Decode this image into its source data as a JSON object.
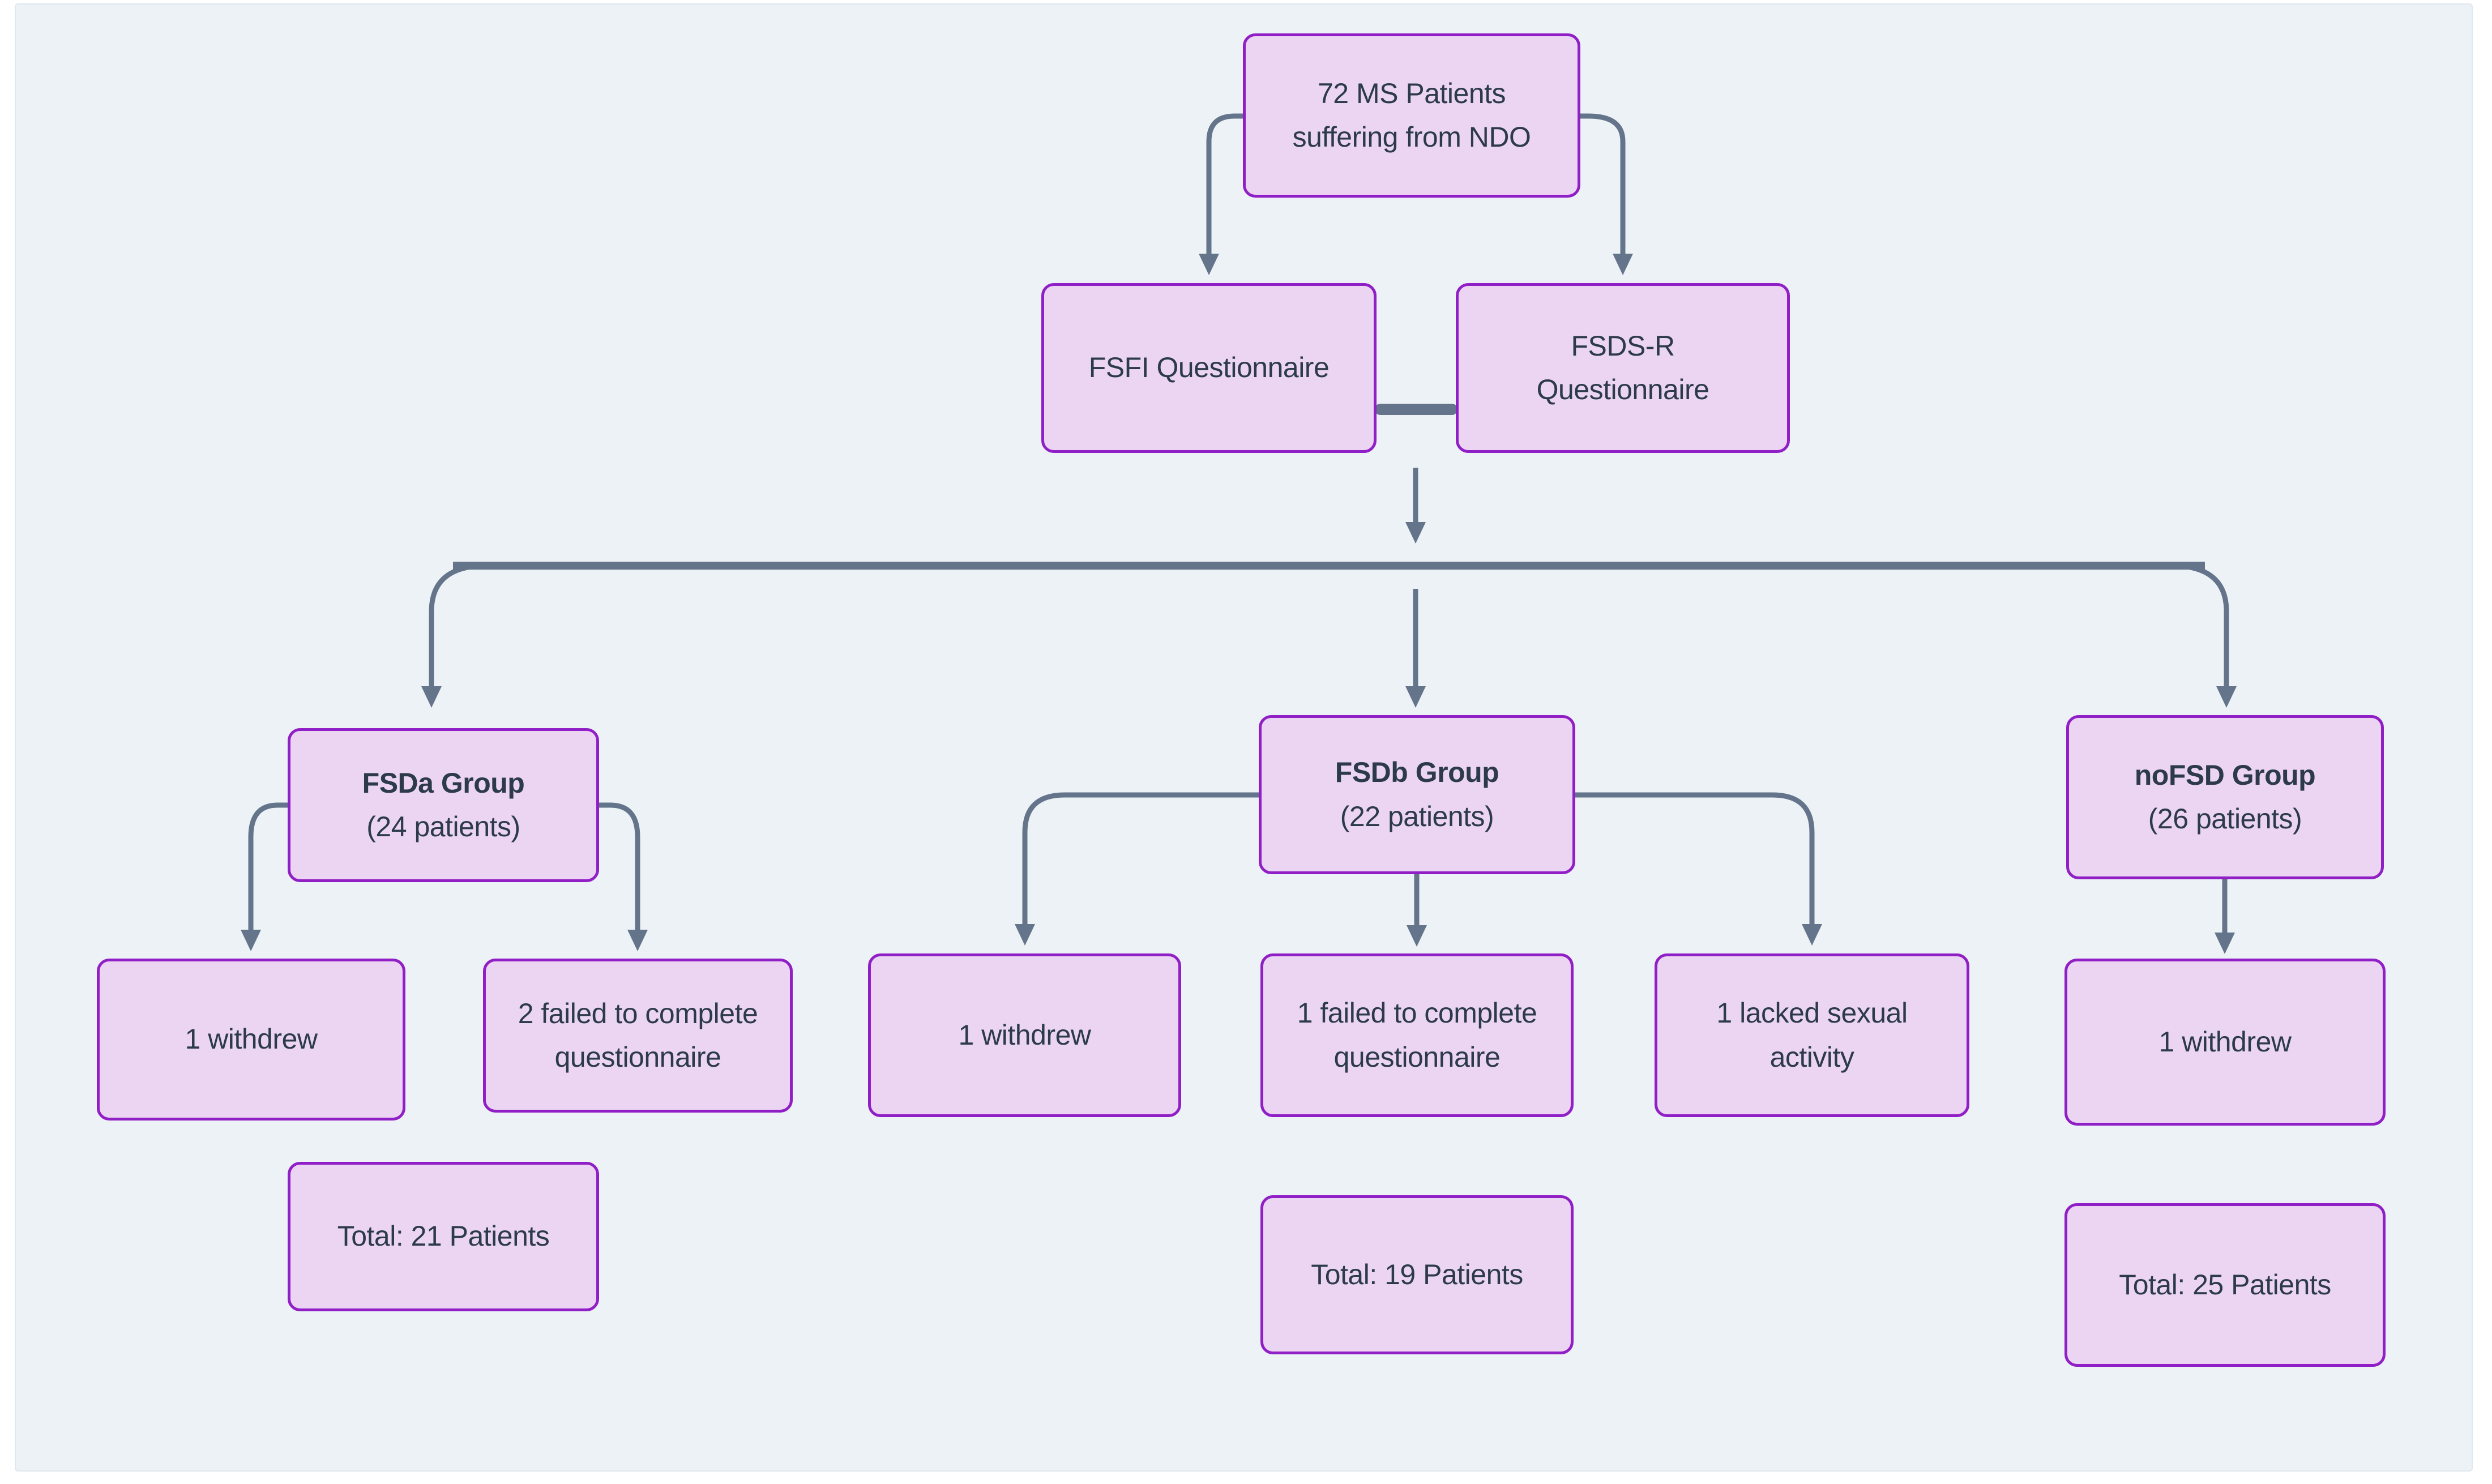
{
  "colors": {
    "canvas_bg": "#edf2f6",
    "page_bg": "#ffffff",
    "node_fill": "#ebd5f3",
    "node_border": "#911fc6",
    "edge": "#64748b",
    "text": "#2c3a4b"
  },
  "nodes": {
    "root": {
      "lines": [
        "72 MS Patients",
        "suffering from NDO"
      ]
    },
    "fsfi": {
      "lines": [
        "FSFI Questionnaire"
      ]
    },
    "fsds": {
      "lines": [
        "FSDS-R",
        "Questionnaire"
      ]
    },
    "fsda": {
      "title": "FSDa Group",
      "subtitle": "(24 patients)"
    },
    "fsdb": {
      "title": "FSDb Group",
      "subtitle": "(22 patients)"
    },
    "nofsd": {
      "title": "noFSD Group",
      "subtitle": "(26 patients)"
    },
    "fsda_withdrew": {
      "lines": [
        "1 withdrew"
      ]
    },
    "fsda_failed": {
      "lines": [
        "2 failed to complete",
        "questionnaire"
      ]
    },
    "fsda_total": {
      "lines": [
        "Total: 21 Patients"
      ]
    },
    "fsdb_withdrew": {
      "lines": [
        "1 withdrew"
      ]
    },
    "fsdb_failed": {
      "lines": [
        "1 failed to complete",
        "questionnaire"
      ]
    },
    "fsdb_lacked": {
      "lines": [
        "1 lacked sexual",
        "activity"
      ]
    },
    "fsdb_total": {
      "lines": [
        "Total: 19 Patients"
      ]
    },
    "nofsd_withdrew": {
      "lines": [
        "1 withdrew"
      ]
    },
    "nofsd_total": {
      "lines": [
        "Total: 25 Patients"
      ]
    }
  }
}
